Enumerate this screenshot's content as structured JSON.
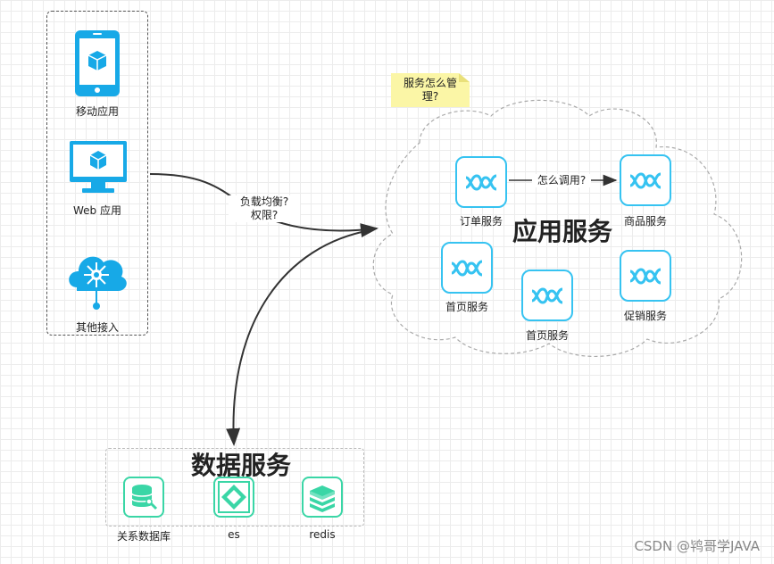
{
  "client_group": {
    "mobile_label": "移动应用",
    "web_label": "Web 应用",
    "other_label": "其他接入"
  },
  "note": {
    "line1": "服务怎么管",
    "line2": "理?"
  },
  "gateway_label": {
    "line1": "负载均衡?",
    "line2": "权限?"
  },
  "app_cloud": {
    "title": "应用服务",
    "order_label": "订单服务",
    "product_label": "商品服务",
    "home1_label": "首页服务",
    "home2_label": "首页服务",
    "promo_label": "促销服务",
    "call_label": "怎么调用?"
  },
  "data_group": {
    "title": "数据服务",
    "rdb_label": "关系数据库",
    "es_label": "es",
    "redis_label": "redis"
  },
  "watermark": "CSDN @鸨哥学JAVA",
  "colors": {
    "service_blue": "#36c3f1",
    "data_green": "#3ad6a6",
    "note_yellow": "#fbf6a6"
  }
}
